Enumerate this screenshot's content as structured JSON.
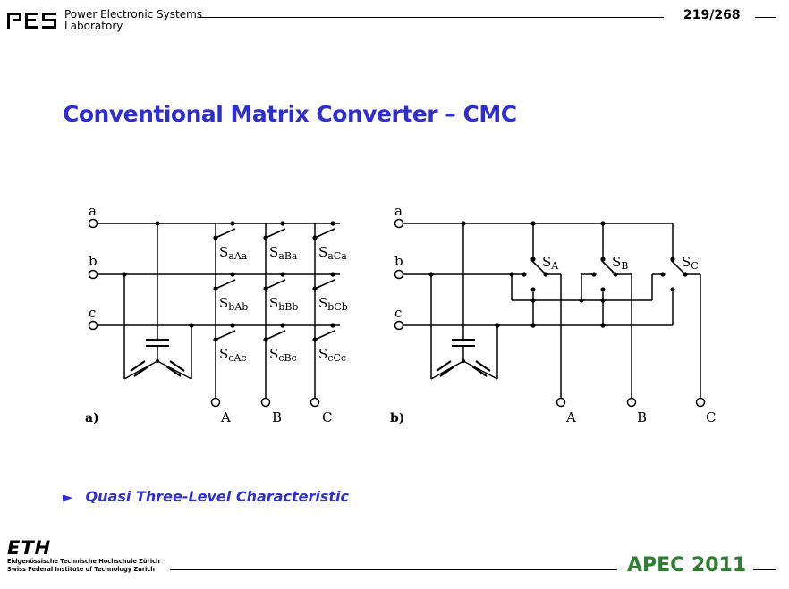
{
  "header": {
    "logo_text": "PES",
    "lab_line1": "Power Electronic Systems",
    "lab_line2": "Laboratory",
    "page_number": "219/268"
  },
  "title": "Conventional Matrix Converter – CMC",
  "diagram_a": {
    "panel_label": "a)",
    "input_labels": [
      "a",
      "b",
      "c"
    ],
    "output_labels": [
      "A",
      "B",
      "C"
    ],
    "switches": [
      {
        "main": "S",
        "sub": "aAa"
      },
      {
        "main": "S",
        "sub": "aBa"
      },
      {
        "main": "S",
        "sub": "aCa"
      },
      {
        "main": "S",
        "sub": "bAb"
      },
      {
        "main": "S",
        "sub": "bBb"
      },
      {
        "main": "S",
        "sub": "bCb"
      },
      {
        "main": "S",
        "sub": "cAc"
      },
      {
        "main": "S",
        "sub": "cBc"
      },
      {
        "main": "S",
        "sub": "cCc"
      }
    ]
  },
  "diagram_b": {
    "panel_label": "b)",
    "input_labels": [
      "a",
      "b",
      "c"
    ],
    "output_labels": [
      "A",
      "B",
      "C"
    ],
    "switches": [
      {
        "main": "S",
        "sub": "A"
      },
      {
        "main": "S",
        "sub": "B"
      },
      {
        "main": "S",
        "sub": "C"
      }
    ]
  },
  "bullet": {
    "arrow": "►",
    "text": "Quasi Three-Level Characteristic"
  },
  "footer": {
    "eth_logo": "ETH",
    "eth_line1": "Eidgenössische Technische Hochschule Zürich",
    "eth_line2": "Swiss Federal Institute of Technology Zurich",
    "conference": "APEC 2011"
  }
}
